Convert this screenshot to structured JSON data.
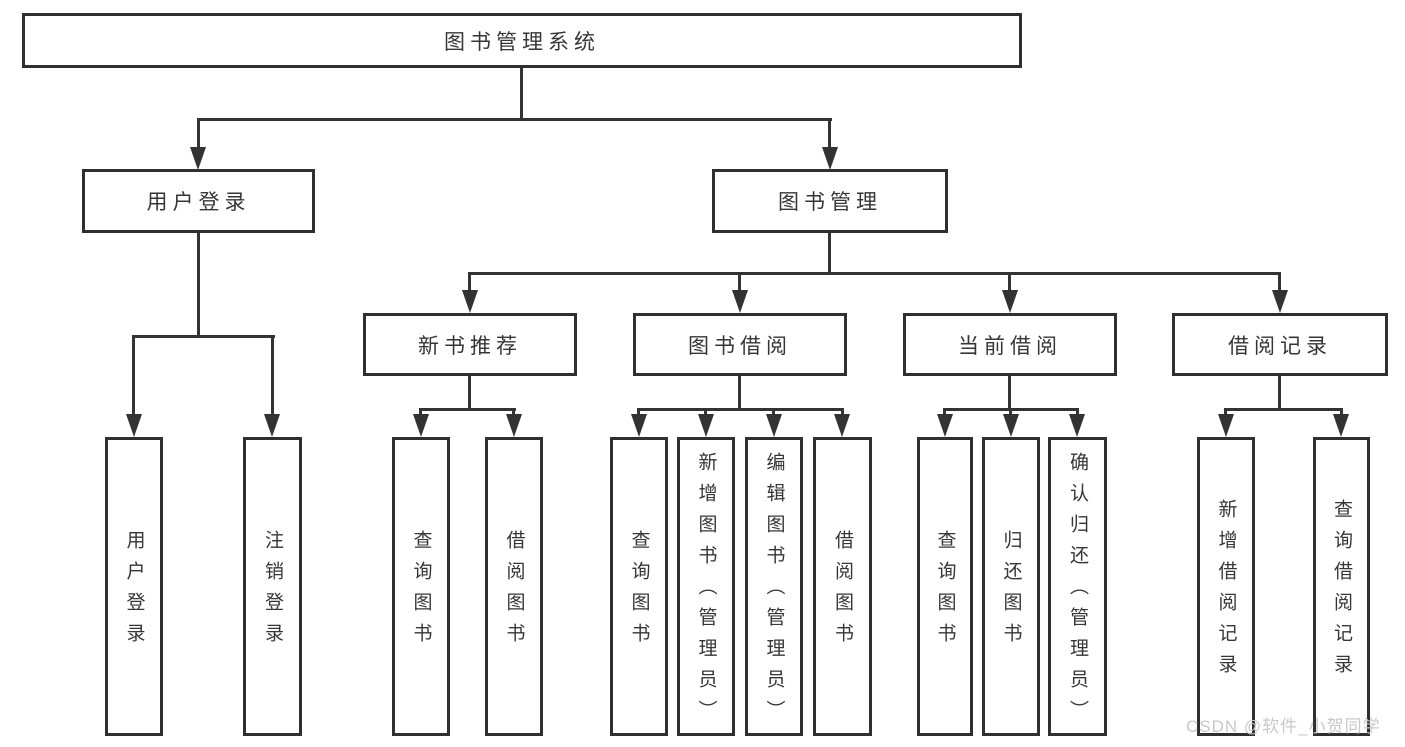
{
  "diagram_title": "图书管理系统",
  "colors": {
    "line": "#333333",
    "box_border": "#2f2f2f",
    "text": "#363636",
    "background": "#ffffff",
    "watermark": "#c9c9c9"
  },
  "tree": {
    "label": "图书管理系统",
    "children": [
      {
        "label": "用户登录",
        "children": [
          {
            "label": "用户登录"
          },
          {
            "label": "注销登录"
          }
        ]
      },
      {
        "label": "图书管理",
        "children": [
          {
            "label": "新书推荐",
            "children": [
              {
                "label": "查询图书"
              },
              {
                "label": "借阅图书"
              }
            ]
          },
          {
            "label": "图书借阅",
            "children": [
              {
                "label": "查询图书"
              },
              {
                "label": "新增图书（管理员）"
              },
              {
                "label": "编辑图书（管理员）"
              },
              {
                "label": "借阅图书"
              }
            ]
          },
          {
            "label": "当前借阅",
            "children": [
              {
                "label": "查询图书"
              },
              {
                "label": "归还图书"
              },
              {
                "label": "确认归还（管理员）"
              }
            ]
          },
          {
            "label": "借阅记录",
            "children": [
              {
                "label": "新增借阅记录"
              },
              {
                "label": "查询借阅记录"
              }
            ]
          }
        ]
      }
    ]
  },
  "watermark": {
    "text": "CSDN @软件_小贺同学"
  }
}
